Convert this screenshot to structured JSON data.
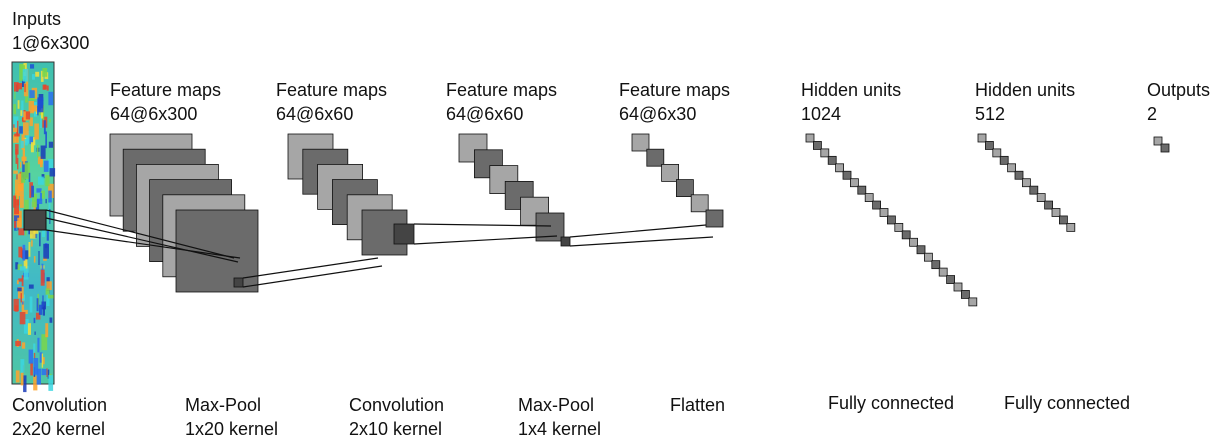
{
  "input": {
    "title": "Inputs",
    "shape": "1@6x300"
  },
  "layers": [
    {
      "title": "Feature maps",
      "shape": "64@6x300"
    },
    {
      "title": "Feature maps",
      "shape": "64@6x60"
    },
    {
      "title": "Feature maps",
      "shape": "64@6x60"
    },
    {
      "title": "Feature maps",
      "shape": "64@6x30"
    },
    {
      "title": "Hidden units",
      "shape": "1024"
    },
    {
      "title": "Hidden units",
      "shape": "512"
    },
    {
      "title": "Outputs",
      "shape": "2"
    }
  ],
  "operations": [
    {
      "name": "Convolution",
      "detail": "2x20 kernel"
    },
    {
      "name": "Max-Pool",
      "detail": "1x20 kernel"
    },
    {
      "name": "Convolution",
      "detail": "2x10 kernel"
    },
    {
      "name": "Max-Pool",
      "detail": "1x4 kernel"
    },
    {
      "name": "Flatten",
      "detail": ""
    },
    {
      "name": "Fully connected",
      "detail": ""
    },
    {
      "name": "Fully connected",
      "detail": ""
    }
  ],
  "colors": {
    "map_light": "#a6a6a6",
    "map_dark": "#6b6b6b",
    "outline": "#111111",
    "heatmap_base": "#4ec9a8"
  }
}
